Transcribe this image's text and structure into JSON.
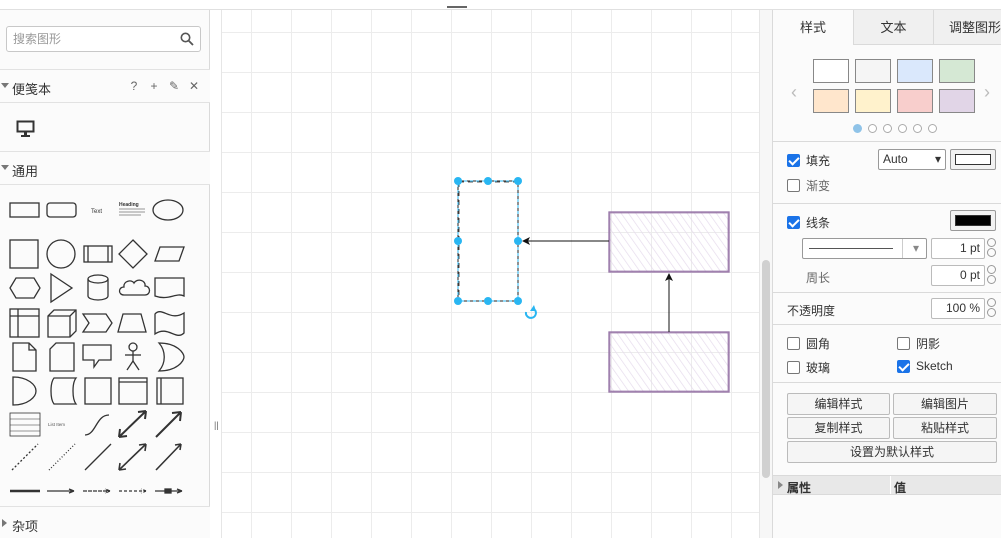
{
  "sidebar": {
    "search_placeholder": "搜索图形",
    "scratchpad_label": "便笺本",
    "scratchpad_tools": [
      "?",
      "+",
      "✎",
      "✕"
    ],
    "general_label": "通用",
    "misc_label": "杂项",
    "shape_text_sample": "Text",
    "shape_heading_sample": "Heading",
    "shape_list_sample": "List Item"
  },
  "canvas": {
    "selected_shape": "rectangle (selected)",
    "shapes": [
      "rectangle-sketch-top",
      "rectangle-sketch-bottom"
    ]
  },
  "panel": {
    "tabs": [
      {
        "label": "样式",
        "active": true
      },
      {
        "label": "文本",
        "active": false
      },
      {
        "label": "调整图形",
        "active": false
      }
    ],
    "swatch_colors": [
      "#ffffff",
      "#f5f5f5",
      "#dae8fc",
      "#d5e8d4",
      "#ffe6cc",
      "#fff2cc",
      "#f8cecc",
      "#e1d5e7"
    ],
    "swatch_page_count": 6,
    "swatch_page_active": 0,
    "fill": {
      "label": "填充",
      "checked": true,
      "mode": "Auto",
      "color": "#ffffff"
    },
    "gradient": {
      "label": "渐变",
      "checked": false
    },
    "line": {
      "label": "线条",
      "checked": true,
      "color": "#000000",
      "width": "1 pt"
    },
    "perimeter": {
      "label": "周长",
      "value": "0 pt"
    },
    "opacity": {
      "label": "不透明度",
      "value": "100 %"
    },
    "rounded": {
      "label": "圆角",
      "checked": false
    },
    "shadow": {
      "label": "阴影",
      "checked": false
    },
    "glass": {
      "label": "玻璃",
      "checked": false
    },
    "sketch": {
      "label": "Sketch",
      "checked": true
    },
    "buttons": {
      "edit_style": "编辑样式",
      "edit_image": "编辑图片",
      "copy_style": "复制样式",
      "paste_style": "粘贴样式",
      "set_default": "设置为默认样式"
    },
    "props_header": {
      "property": "属性",
      "value": "值"
    }
  },
  "colors": {
    "selection": "#29b6f2",
    "sketch_stroke": "#9673a6",
    "sketch_hatch": "#e1d5e7"
  }
}
